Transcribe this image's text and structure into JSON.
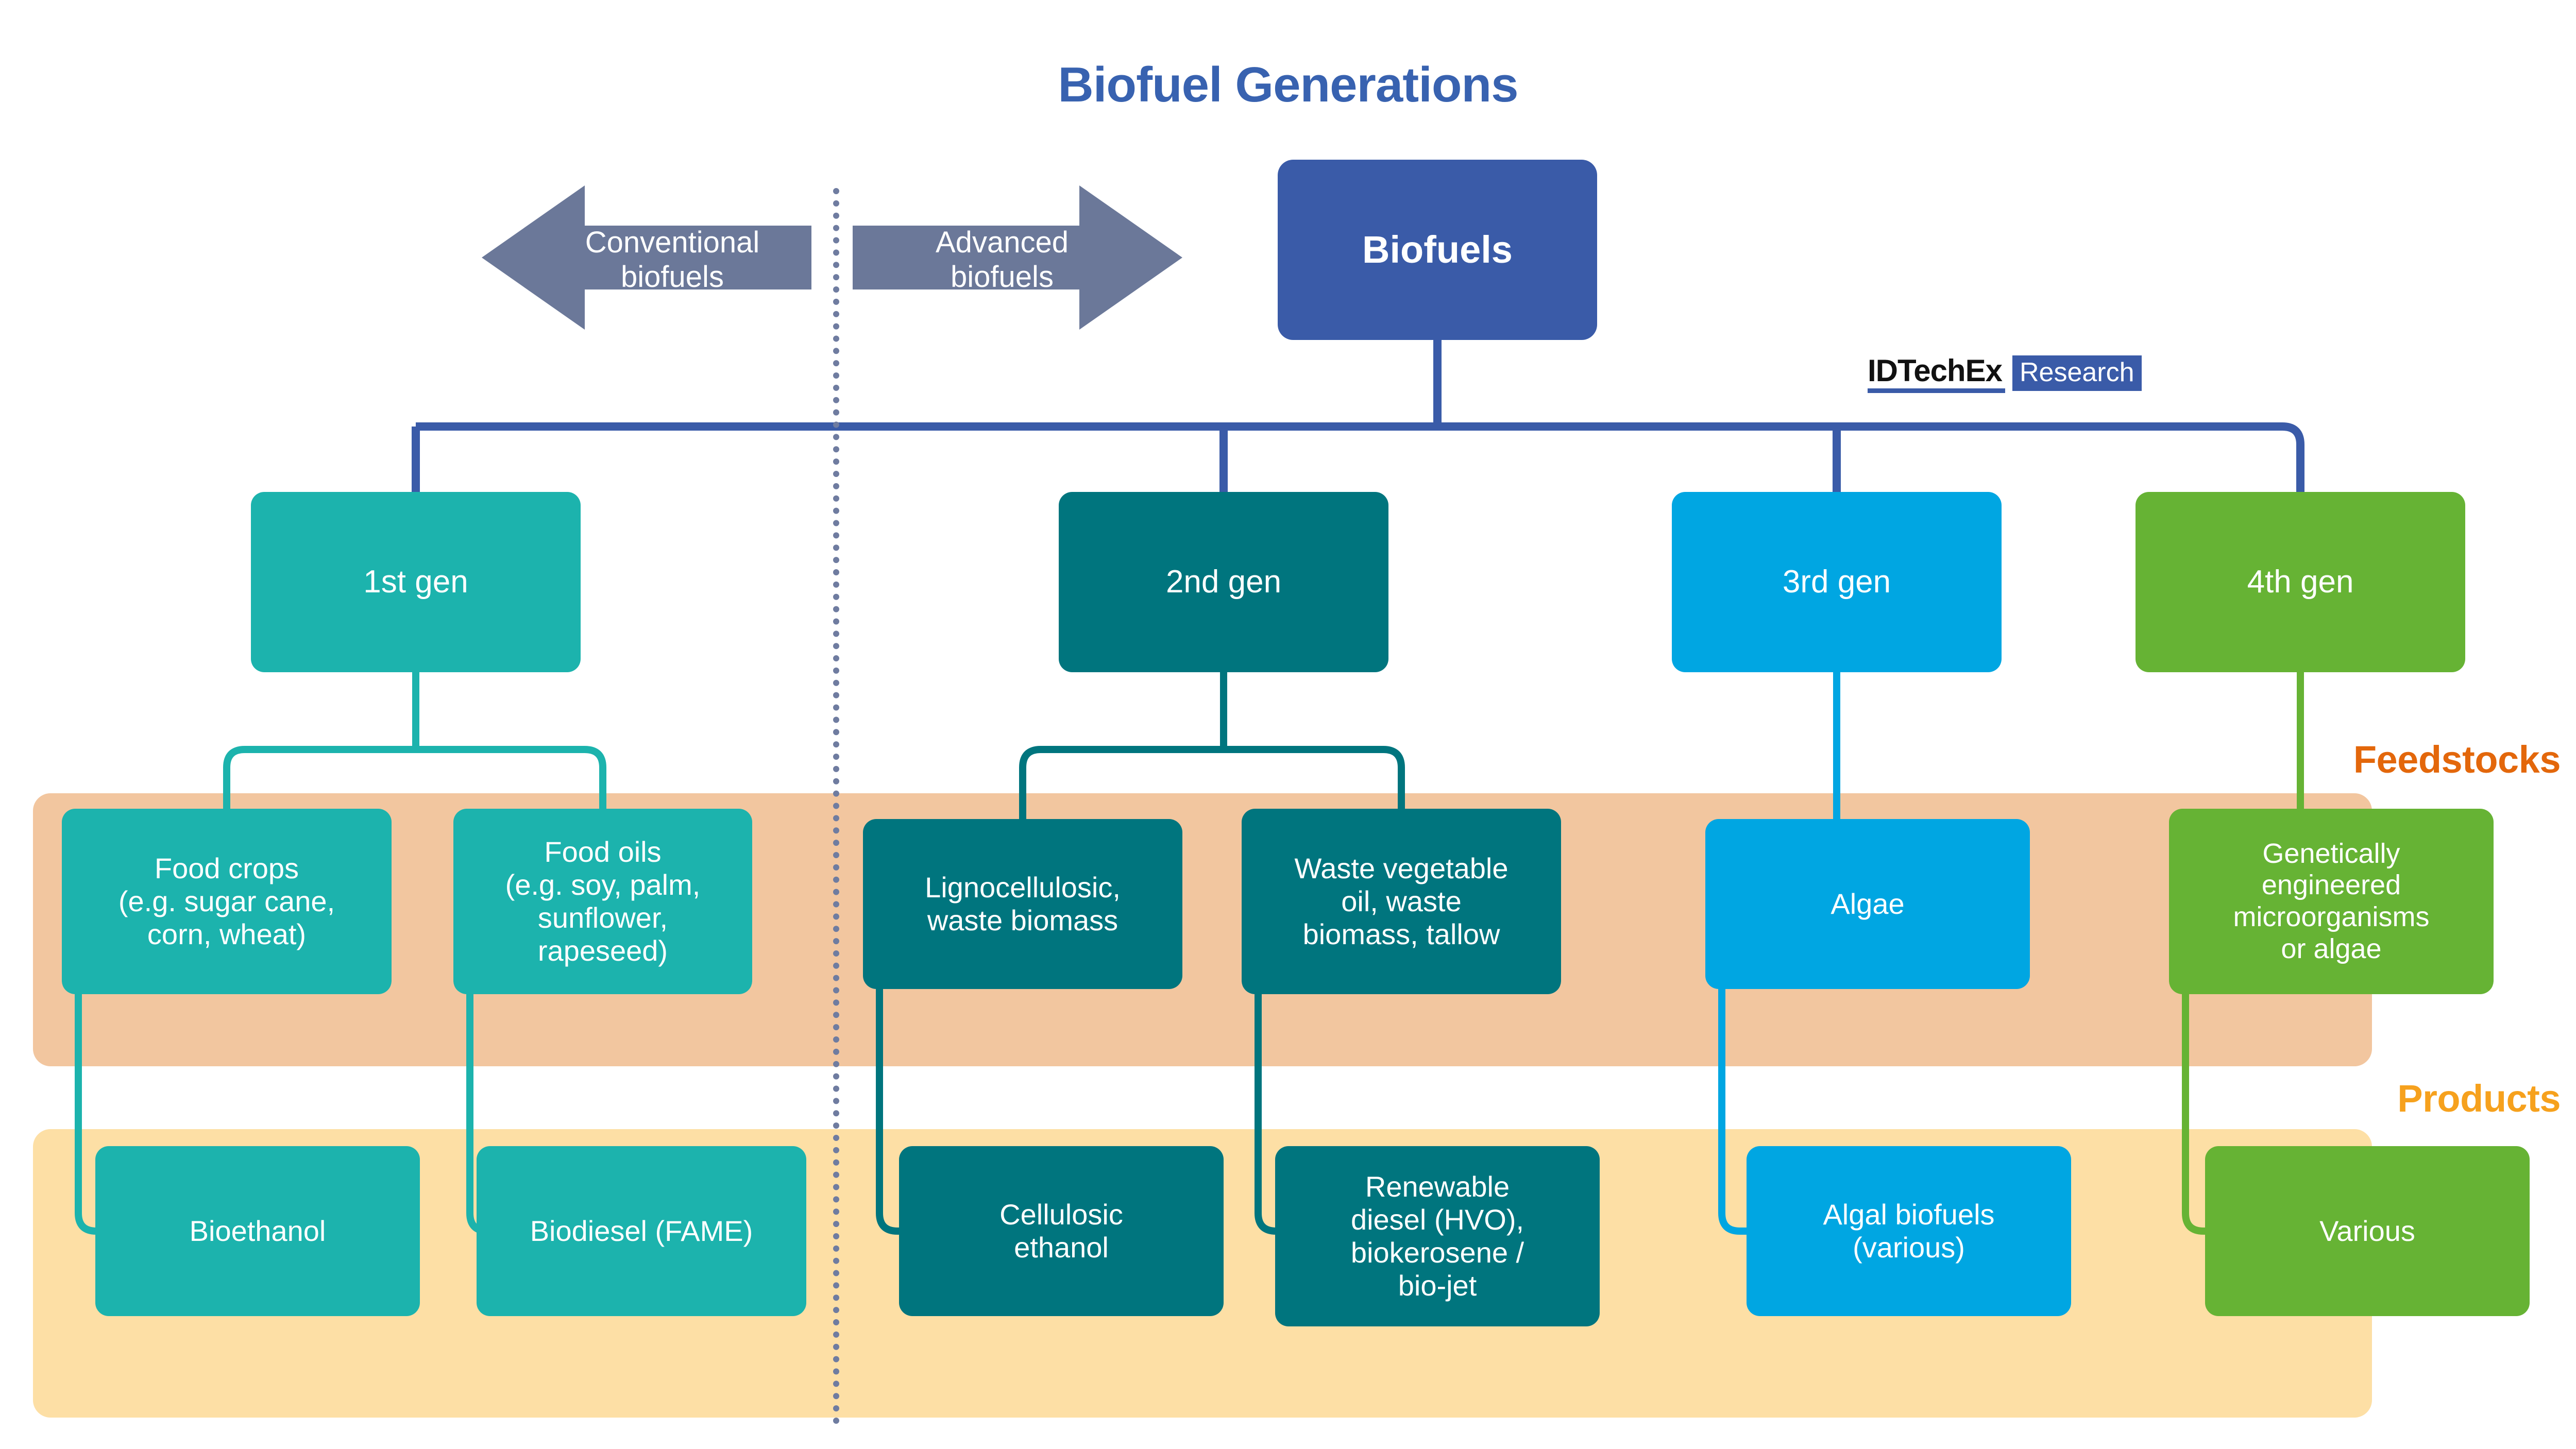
{
  "title": "Biofuel Generations",
  "root": {
    "label": "Biofuels"
  },
  "arrows": {
    "left": {
      "label": "Conventional\nbiofuels",
      "direction": "left"
    },
    "right": {
      "label": "Advanced\nbiofuels",
      "direction": "right"
    }
  },
  "logo": {
    "brand": "IDTechEx",
    "suffix": "Research"
  },
  "bands": {
    "feedstocks_label": "Feedstocks",
    "products_label": "Products"
  },
  "generations": [
    {
      "label": "1st gen",
      "color": "#1CB3AD"
    },
    {
      "label": "2nd gen",
      "color": "#00757E"
    },
    {
      "label": "3rd gen",
      "color": "#00A6E2"
    },
    {
      "label": "4th gen",
      "color": "#66B334"
    }
  ],
  "feedstocks": [
    {
      "label": "Food crops\n(e.g. sugar cane,\ncorn, wheat)",
      "gen": "1st gen"
    },
    {
      "label": "Food oils\n(e.g. soy, palm,\nsunflower,\nrapeseed)",
      "gen": "1st gen"
    },
    {
      "label": "Lignocellulosic,\nwaste biomass",
      "gen": "2nd gen"
    },
    {
      "label": "Waste vegetable\noil, waste\nbiomass, tallow",
      "gen": "2nd gen"
    },
    {
      "label": "Algae",
      "gen": "3rd gen"
    },
    {
      "label": "Genetically\nengineered\nmicroorganisms\nor algae",
      "gen": "4th gen"
    }
  ],
  "products": [
    {
      "label": "Bioethanol",
      "gen": "1st gen"
    },
    {
      "label": "Biodiesel (FAME)",
      "gen": "1st gen"
    },
    {
      "label": "Cellulosic\nethanol",
      "gen": "2nd gen"
    },
    {
      "label": "Renewable\ndiesel (HVO),\nbiokerosene /\nbio-jet",
      "gen": "2nd gen"
    },
    {
      "label": "Algal biofuels\n(various)",
      "gen": "3rd gen"
    },
    {
      "label": "Various",
      "gen": "4th gen"
    }
  ],
  "colors": {
    "title": "#3862B0",
    "root": "#3A5BA8",
    "gen1": "#1CB3AD",
    "gen2": "#00757E",
    "gen3": "#00A6E2",
    "gen4": "#66B334",
    "feedstock_band": "#F2C69F",
    "products_band": "#FDDFA5",
    "feedstocks_label": "#E3670B",
    "products_label": "#F6A11D",
    "arrow": "#6B7899",
    "divider": "#6F7CA0"
  }
}
